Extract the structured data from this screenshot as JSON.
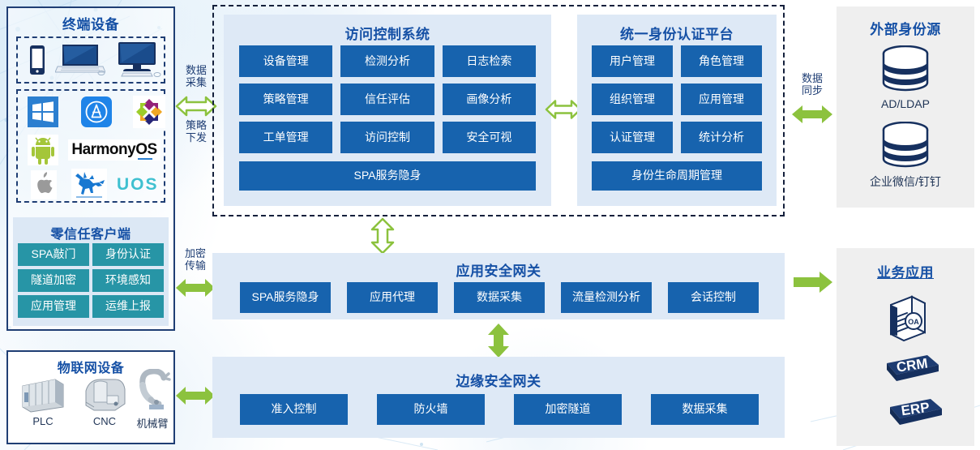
{
  "colors": {
    "tile_blue": "#1763AE",
    "tile_teal": "#2795A6",
    "title_blue": "#1550A5",
    "border_navy": "#1F3E74",
    "arrow_green": "#8CC23E",
    "panel_light": "#DCE8F5",
    "panel_gray": "#efefef"
  },
  "terminal_devices": {
    "title": "终端设备",
    "hardware_icons": [
      "phone-icon",
      "laptop-icon",
      "desktop-icon"
    ],
    "os_logos": [
      "windows-logo",
      "appstore-logo",
      "centos-logo",
      "android-logo",
      "harmonyos-logo",
      "apple-logo",
      "kylin-logo",
      "uos-logo"
    ],
    "harmonyos_label": "HarmonyOS",
    "uos_label": "UOS"
  },
  "zero_trust_client": {
    "title": "零信任客户端",
    "tiles": [
      "SPA敲门",
      "身份认证",
      "隧道加密",
      "环境感知",
      "应用管理",
      "运维上报"
    ]
  },
  "iot_devices": {
    "title": "物联网设备",
    "items": [
      {
        "icon": "plc-icon",
        "label": "PLC"
      },
      {
        "icon": "cnc-icon",
        "label": "CNC"
      },
      {
        "icon": "robot-arm-icon",
        "label": "机械臂"
      }
    ]
  },
  "access_control_system": {
    "title": "访问控制系统",
    "tiles": [
      "设备管理",
      "检测分析",
      "日志检索",
      "策略管理",
      "信任评估",
      "画像分析",
      "工单管理",
      "访问控制",
      "安全可视"
    ],
    "wide_tile": "SPA服务隐身"
  },
  "identity_platform": {
    "title": "统一身份认证平台",
    "tiles": [
      "用户管理",
      "角色管理",
      "组织管理",
      "应用管理",
      "认证管理",
      "统计分析"
    ],
    "wide_tile": "身份生命周期管理"
  },
  "external_identity": {
    "title": "外部身份源",
    "items": [
      {
        "icon": "database-icon",
        "label": "AD/LDAP"
      },
      {
        "icon": "database-icon",
        "label": "企业微信/钉钉"
      }
    ]
  },
  "app_security_gateway": {
    "title": "应用安全网关",
    "tiles": [
      "SPA服务隐身",
      "应用代理",
      "数据采集",
      "流量检测分析",
      "会话控制"
    ]
  },
  "edge_security_gateway": {
    "title": "边缘安全网关",
    "tiles": [
      "准入控制",
      "防火墙",
      "加密隧道",
      "数据采集"
    ]
  },
  "business_apps": {
    "title": "业务应用",
    "items": [
      {
        "icon": "server-icon",
        "label": "OA"
      },
      {
        "icon": "slab-icon",
        "label": "CRM"
      },
      {
        "icon": "slab-icon",
        "label": "ERP"
      }
    ]
  },
  "connectors": {
    "terminal_to_core": {
      "icon": "double-arrow-horizontal-outline",
      "label_top": "数据\n采集",
      "label_top_line1": "数据",
      "label_top_line2": "采集",
      "label_bottom_line1": "策略",
      "label_bottom_line2": "下发"
    },
    "core_internal": {
      "icon": "double-arrow-horizontal-outline"
    },
    "core_to_gateway": {
      "icon": "double-arrow-vertical-outline"
    },
    "core_to_external": {
      "icon": "double-arrow-horizontal-solid",
      "label_line1": "数据",
      "label_line2": "同步"
    },
    "client_to_appgw": {
      "icon": "double-arrow-horizontal-solid",
      "label_line1": "加密",
      "label_line2": "传输"
    },
    "appgw_to_business": {
      "icon": "arrow-right-solid"
    },
    "appgw_to_edgegw": {
      "icon": "double-arrow-vertical-solid"
    },
    "iot_to_edgegw": {
      "icon": "double-arrow-horizontal-solid"
    }
  }
}
